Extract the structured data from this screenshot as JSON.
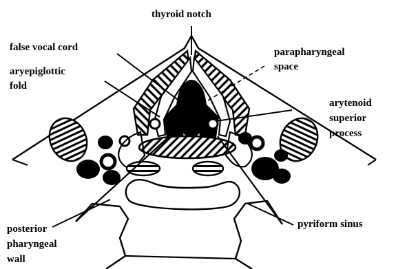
{
  "labels": {
    "thyroid_notch": "thyroid notch",
    "false_vocal_cord": "false vocal cord",
    "aryepiglottic_fold_line1": "aryepiglottic",
    "aryepiglottic_fold_line2": "fold",
    "parapharyngeal_space_line1": "parapharyngeal",
    "parapharyngeal_space_line2": "space",
    "arytenoid_line1": "arytenoid",
    "arytenoid_line2": "superior",
    "arytenoid_line3": "process",
    "pyriform_sinus": "pyriform sinus",
    "posterior_wall_line1": "posterior",
    "posterior_wall_line2": "pharyngeal",
    "posterior_wall_line3": "wall"
  },
  "colors": {
    "ink": "#000000",
    "paper": "#ffffff"
  }
}
